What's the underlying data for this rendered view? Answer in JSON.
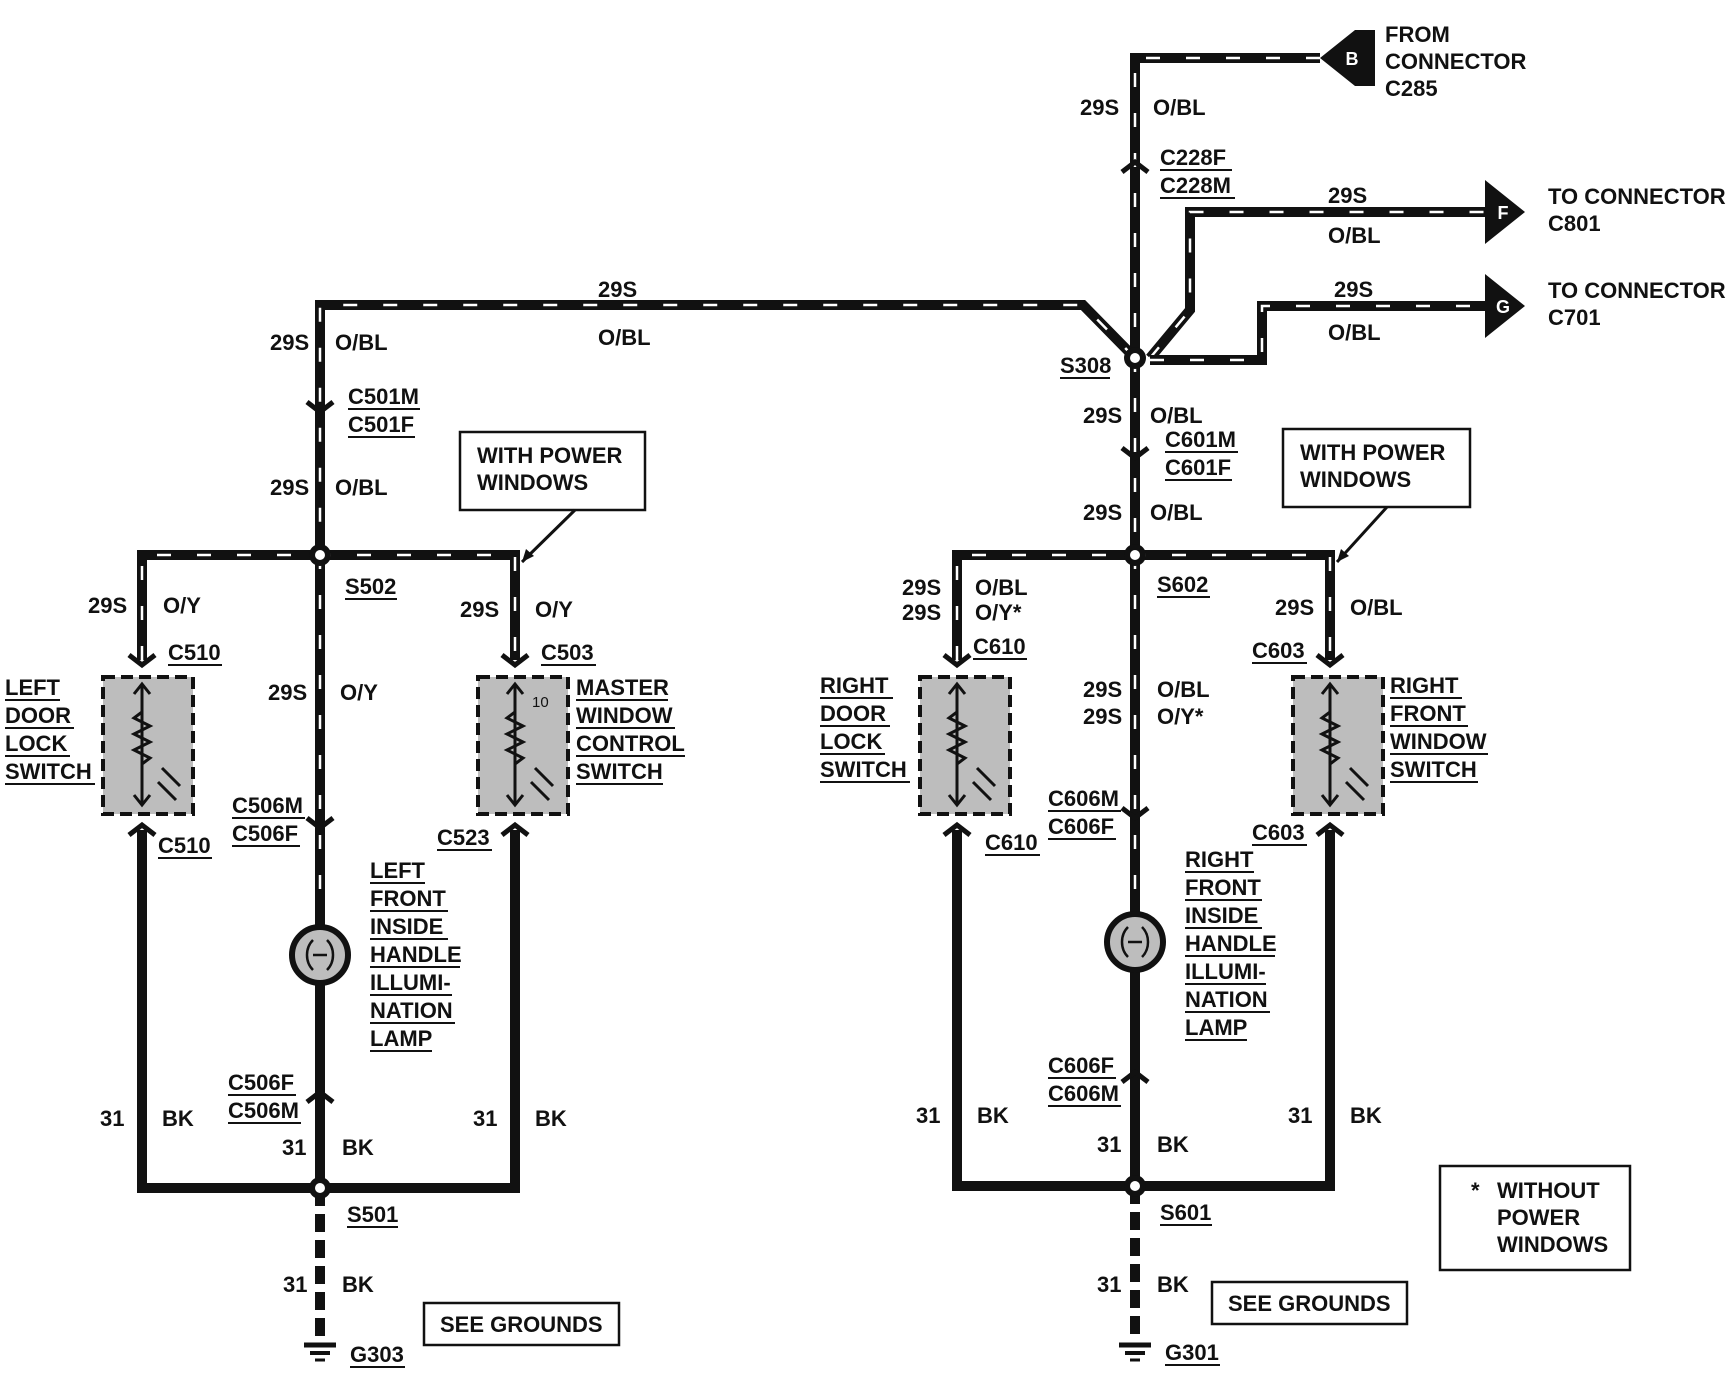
{
  "sources": {
    "b": {
      "letter": "B",
      "line1": "FROM",
      "line2": "CONNECTOR",
      "line3": "C285"
    },
    "f": {
      "letter": "F",
      "line1": "TO CONNECTOR",
      "line2": "C801"
    },
    "g": {
      "letter": "G",
      "line1": "TO CONNECTOR",
      "line2": "C701"
    }
  },
  "circuits": {
    "c29s": "29S",
    "c31": "31"
  },
  "colors": {
    "obl": "O/BL",
    "oy": "O/Y",
    "oy_star": "O/Y*",
    "bk": "BK"
  },
  "left": {
    "connector_top": {
      "m": "C501M",
      "f": "C501F"
    },
    "splice_top": "S502",
    "splice_bottom": "S501",
    "note": {
      "line1": "WITH POWER",
      "line2": "WINDOWS"
    },
    "door_switch": {
      "conn_top": "C510",
      "conn_bottom": "C510",
      "lines": [
        "LEFT",
        "DOOR",
        "LOCK",
        "SWITCH"
      ]
    },
    "master_switch": {
      "conn_top": "C503",
      "conn_bottom": "C523",
      "pin": "10",
      "lines": [
        "MASTER",
        "WINDOW",
        "CONTROL",
        "SWITCH"
      ]
    },
    "lamp_conn_top": {
      "m": "C506M",
      "f": "C506F"
    },
    "lamp_conn_bottom": {
      "f": "C506F",
      "m": "C506M"
    },
    "lamp": {
      "lines": [
        "LEFT",
        "FRONT",
        "INSIDE",
        "HANDLE",
        "ILLUMI-",
        "NATION",
        "LAMP"
      ]
    },
    "ground": "G303",
    "see_grounds": "SEE GROUNDS"
  },
  "right": {
    "splice_main": "S308",
    "connector_b": {
      "f": "C228F",
      "m": "C228M"
    },
    "connector_top": {
      "m": "C601M",
      "f": "C601F"
    },
    "splice_top": "S602",
    "splice_bottom": "S601",
    "note": {
      "line1": "WITH POWER",
      "line2": "WINDOWS"
    },
    "door_switch": {
      "conn_top": "C610",
      "conn_bottom": "C610",
      "lines": [
        "RIGHT",
        "DOOR",
        "LOCK",
        "SWITCH"
      ]
    },
    "window_switch": {
      "conn_top": "C603",
      "conn_bottom": "C603",
      "lines": [
        "RIGHT",
        "FRONT",
        "WINDOW",
        "SWITCH"
      ]
    },
    "lamp_conn_top": {
      "m": "C606M",
      "f": "C606F"
    },
    "lamp_conn_bottom": {
      "f": "C606F",
      "m": "C606M"
    },
    "lamp": {
      "lines": [
        "RIGHT",
        "FRONT",
        "INSIDE",
        "HANDLE",
        "ILLUMI-",
        "NATION",
        "LAMP"
      ]
    },
    "ground": "G301",
    "see_grounds": "SEE GROUNDS"
  },
  "footnote": {
    "star": "*",
    "line1": "WITHOUT",
    "line2": "POWER",
    "line3": "WINDOWS"
  }
}
